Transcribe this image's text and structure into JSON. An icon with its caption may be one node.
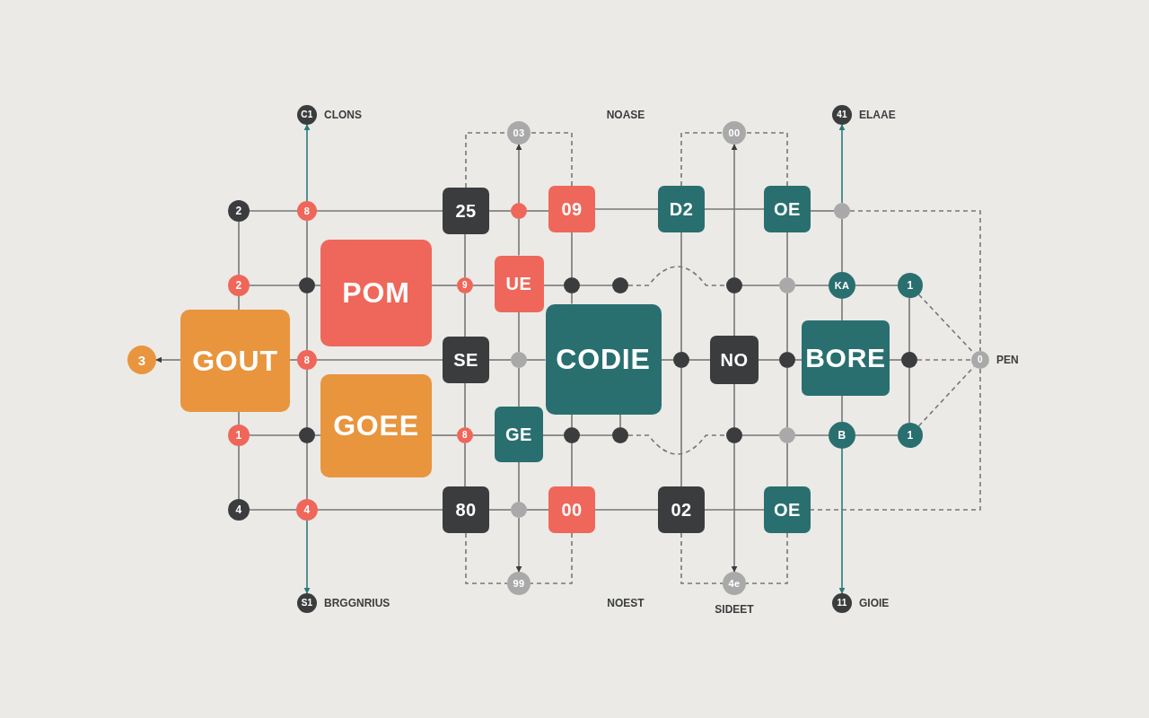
{
  "diagram": {
    "nodes": [
      {
        "text": [
          "C1"
        ],
        "beside": [
          "CLONS"
        ]
      },
      {
        "text": [
          "41"
        ],
        "beside": [
          "ELAAE"
        ]
      },
      {
        "text": [
          "03"
        ]
      },
      {
        "text": [
          "00"
        ]
      },
      {
        "text": [
          "2"
        ]
      },
      {
        "text": [
          "8"
        ]
      },
      {
        "text": [
          "25"
        ]
      },
      {
        "text": [],
        "shape": "circle"
      },
      {
        "text": [
          "09"
        ]
      },
      {
        "text": [
          "D2"
        ]
      },
      {
        "text": [
          "OE"
        ]
      },
      {
        "text": [],
        "shape": "circle"
      },
      {
        "text": [
          "2"
        ]
      },
      {
        "text": [],
        "shape": "circle"
      },
      {
        "text": [
          "POM"
        ]
      },
      {
        "text": [
          "9"
        ]
      },
      {
        "text": [
          "UE"
        ]
      },
      {
        "text": [],
        "shape": "circle"
      },
      {
        "text": [],
        "shape": "circle"
      },
      {
        "text": [],
        "shape": "circle"
      },
      {
        "text": [],
        "shape": "circle"
      },
      {
        "text": [
          "KA"
        ]
      },
      {
        "text": [
          "1"
        ]
      },
      {
        "text": [
          "3"
        ]
      },
      {
        "text": [
          "GOUT"
        ]
      },
      {
        "text": [
          "8"
        ]
      },
      {
        "text": [
          "SE"
        ]
      },
      {
        "text": [],
        "shape": "circle"
      },
      {
        "text": [
          "CODIE"
        ]
      },
      {
        "text": [],
        "shape": "circle"
      },
      {
        "text": [
          "NO"
        ]
      },
      {
        "text": [],
        "shape": "circle"
      },
      {
        "text": [
          "BORE"
        ]
      },
      {
        "text": [],
        "shape": "circle"
      },
      {
        "text": [
          "0"
        ],
        "beside": [
          "PEN"
        ]
      },
      {
        "text": [
          "1"
        ]
      },
      {
        "text": [],
        "shape": "circle"
      },
      {
        "text": [
          "GOEE"
        ]
      },
      {
        "text": [
          "8"
        ]
      },
      {
        "text": [
          "GE"
        ]
      },
      {
        "text": [],
        "shape": "circle"
      },
      {
        "text": [],
        "shape": "circle"
      },
      {
        "text": [],
        "shape": "circle"
      },
      {
        "text": [],
        "shape": "circle"
      },
      {
        "text": [
          "B"
        ]
      },
      {
        "text": [
          "1"
        ]
      },
      {
        "text": [
          "4"
        ]
      },
      {
        "text": [
          "4"
        ]
      },
      {
        "text": [
          "80"
        ]
      },
      {
        "text": [],
        "shape": "circle"
      },
      {
        "text": [
          "00"
        ]
      },
      {
        "text": [
          "02"
        ]
      },
      {
        "text": [
          "OE"
        ]
      },
      {
        "text": [
          "99"
        ]
      },
      {
        "text": [
          "4e"
        ],
        "beside": [
          "SIDEET"
        ]
      },
      {
        "text": [
          "S1"
        ],
        "beside": [
          "BRGGNRIUS"
        ]
      },
      {
        "text": [
          "11"
        ],
        "beside": [
          "GIOIE"
        ]
      }
    ],
    "edges": [
      {
        "from": 4,
        "to": 5,
        "arrow": "none"
      },
      {
        "from": 5,
        "to": 6,
        "arrow": "none"
      },
      {
        "from": 6,
        "to": 7,
        "arrow": "none"
      },
      {
        "from": 7,
        "to": 8,
        "arrow": "none"
      },
      {
        "from": 8,
        "to": 9,
        "arrow": "none"
      },
      {
        "from": 9,
        "to": 10,
        "arrow": "none"
      },
      {
        "from": 10,
        "to": 11,
        "arrow": "none"
      },
      {
        "from": 11,
        "to": 34,
        "arrow": "none",
        "style": "dashed"
      },
      {
        "from": 12,
        "to": 13,
        "arrow": "none"
      },
      {
        "from": 13,
        "to": 14,
        "arrow": "none"
      },
      {
        "from": 14,
        "to": 15,
        "arrow": "none"
      },
      {
        "from": 15,
        "to": 16,
        "arrow": "none"
      },
      {
        "from": 16,
        "to": 17,
        "arrow": "none"
      },
      {
        "from": 17,
        "to": 18,
        "arrow": "none"
      },
      {
        "from": 18,
        "to": 19,
        "arrow": "none",
        "style": "dashed"
      },
      {
        "from": 19,
        "to": 20,
        "arrow": "none"
      },
      {
        "from": 20,
        "to": 21,
        "arrow": "none"
      },
      {
        "from": 21,
        "to": 22,
        "arrow": "none"
      },
      {
        "from": 24,
        "to": 23,
        "arrow": "to"
      },
      {
        "from": 24,
        "to": 25,
        "arrow": "none"
      },
      {
        "from": 25,
        "to": 26,
        "arrow": "none"
      },
      {
        "from": 26,
        "to": 27,
        "arrow": "none"
      },
      {
        "from": 27,
        "to": 28,
        "arrow": "none"
      },
      {
        "from": 28,
        "to": 29,
        "arrow": "none"
      },
      {
        "from": 29,
        "to": 30,
        "arrow": "none"
      },
      {
        "from": 30,
        "to": 31,
        "arrow": "none"
      },
      {
        "from": 31,
        "to": 32,
        "arrow": "none"
      },
      {
        "from": 32,
        "to": 33,
        "arrow": "none"
      },
      {
        "from": 33,
        "to": 34,
        "arrow": "none",
        "style": "dashed"
      },
      {
        "from": 35,
        "to": 36,
        "arrow": "none"
      },
      {
        "from": 36,
        "to": 37,
        "arrow": "none"
      },
      {
        "from": 37,
        "to": 38,
        "arrow": "none"
      },
      {
        "from": 38,
        "to": 39,
        "arrow": "none"
      },
      {
        "from": 39,
        "to": 40,
        "arrow": "none"
      },
      {
        "from": 40,
        "to": 41,
        "arrow": "none"
      },
      {
        "from": 41,
        "to": 42,
        "arrow": "none",
        "style": "dashed"
      },
      {
        "from": 42,
        "to": 43,
        "arrow": "none"
      },
      {
        "from": 43,
        "to": 44,
        "arrow": "none"
      },
      {
        "from": 44,
        "to": 45,
        "arrow": "none"
      },
      {
        "from": 46,
        "to": 47,
        "arrow": "none"
      },
      {
        "from": 47,
        "to": 48,
        "arrow": "none"
      },
      {
        "from": 48,
        "to": 49,
        "arrow": "none"
      },
      {
        "from": 49,
        "to": 50,
        "arrow": "none"
      },
      {
        "from": 50,
        "to": 51,
        "arrow": "none"
      },
      {
        "from": 51,
        "to": 52,
        "arrow": "none"
      },
      {
        "from": 4,
        "to": 12,
        "arrow": "none"
      },
      {
        "from": 12,
        "to": 24,
        "arrow": "none"
      },
      {
        "from": 24,
        "to": 35,
        "arrow": "none"
      },
      {
        "from": 35,
        "to": 46,
        "arrow": "none"
      },
      {
        "from": 5,
        "to": 0,
        "arrow": "to",
        "color": "#2a7a78"
      },
      {
        "from": 5,
        "to": 13,
        "arrow": "none"
      },
      {
        "from": 13,
        "to": 25,
        "arrow": "none"
      },
      {
        "from": 25,
        "to": 36,
        "arrow": "none"
      },
      {
        "from": 36,
        "to": 47,
        "arrow": "none"
      },
      {
        "from": 47,
        "to": 55,
        "arrow": "to",
        "color": "#2a7a78"
      },
      {
        "from": 6,
        "to": 2,
        "arrow": "none",
        "style": "dashed"
      },
      {
        "from": 6,
        "to": 15,
        "arrow": "none"
      },
      {
        "from": 15,
        "to": 26,
        "arrow": "none"
      },
      {
        "from": 26,
        "to": 38,
        "arrow": "none"
      },
      {
        "from": 38,
        "to": 48,
        "arrow": "none"
      },
      {
        "from": 48,
        "to": 53,
        "arrow": "none",
        "style": "dashed"
      },
      {
        "from": 7,
        "to": 2,
        "arrow": "to"
      },
      {
        "from": 7,
        "to": 16,
        "arrow": "none"
      },
      {
        "from": 16,
        "to": 27,
        "arrow": "none"
      },
      {
        "from": 27,
        "to": 39,
        "arrow": "none"
      },
      {
        "from": 39,
        "to": 49,
        "arrow": "none"
      },
      {
        "from": 49,
        "to": 53,
        "arrow": "to"
      },
      {
        "from": 8,
        "to": 2,
        "arrow": "none",
        "style": "dashed"
      },
      {
        "from": 8,
        "to": 17,
        "arrow": "none"
      },
      {
        "from": 17,
        "to": 28,
        "arrow": "none"
      },
      {
        "from": 28,
        "to": 40,
        "arrow": "none"
      },
      {
        "from": 40,
        "to": 50,
        "arrow": "none"
      },
      {
        "from": 50,
        "to": 53,
        "arrow": "none",
        "style": "dashed"
      },
      {
        "from": 28,
        "to": 41,
        "arrow": "none"
      },
      {
        "from": 9,
        "to": 29,
        "arrow": "none"
      },
      {
        "from": 29,
        "to": 51,
        "arrow": "none"
      },
      {
        "from": 9,
        "to": 3,
        "arrow": "none",
        "style": "dashed"
      },
      {
        "from": 10,
        "to": 3,
        "arrow": "none",
        "style": "dashed"
      },
      {
        "from": 19,
        "to": 3,
        "arrow": "to"
      },
      {
        "from": 19,
        "to": 30,
        "arrow": "none"
      },
      {
        "from": 30,
        "to": 42,
        "arrow": "none"
      },
      {
        "from": 42,
        "to": 54,
        "arrow": "to"
      },
      {
        "from": 51,
        "to": 54,
        "arrow": "none",
        "style": "dashed"
      },
      {
        "from": 52,
        "to": 54,
        "arrow": "none",
        "style": "dashed"
      },
      {
        "from": 10,
        "to": 20,
        "arrow": "none"
      },
      {
        "from": 20,
        "to": 31,
        "arrow": "none"
      },
      {
        "from": 31,
        "to": 43,
        "arrow": "none"
      },
      {
        "from": 43,
        "to": 52,
        "arrow": "none"
      },
      {
        "from": 11,
        "to": 1,
        "arrow": "to",
        "color": "#2a7a78"
      },
      {
        "from": 11,
        "to": 21,
        "arrow": "none"
      },
      {
        "from": 21,
        "to": 32,
        "arrow": "none"
      },
      {
        "from": 32,
        "to": 44,
        "arrow": "none"
      },
      {
        "from": 44,
        "to": 56,
        "arrow": "to",
        "color": "#2a7a78"
      },
      {
        "from": 22,
        "to": 33,
        "arrow": "none"
      },
      {
        "from": 33,
        "to": 45,
        "arrow": "none"
      },
      {
        "from": 22,
        "to": 34,
        "arrow": "none",
        "style": "dashed"
      },
      {
        "from": 45,
        "to": 34,
        "arrow": "none",
        "style": "dashed"
      },
      {
        "from": 34,
        "to": 52,
        "arrow": "none",
        "style": "dashed"
      }
    ],
    "labels": [
      "NOASE",
      "NOEST"
    ]
  }
}
